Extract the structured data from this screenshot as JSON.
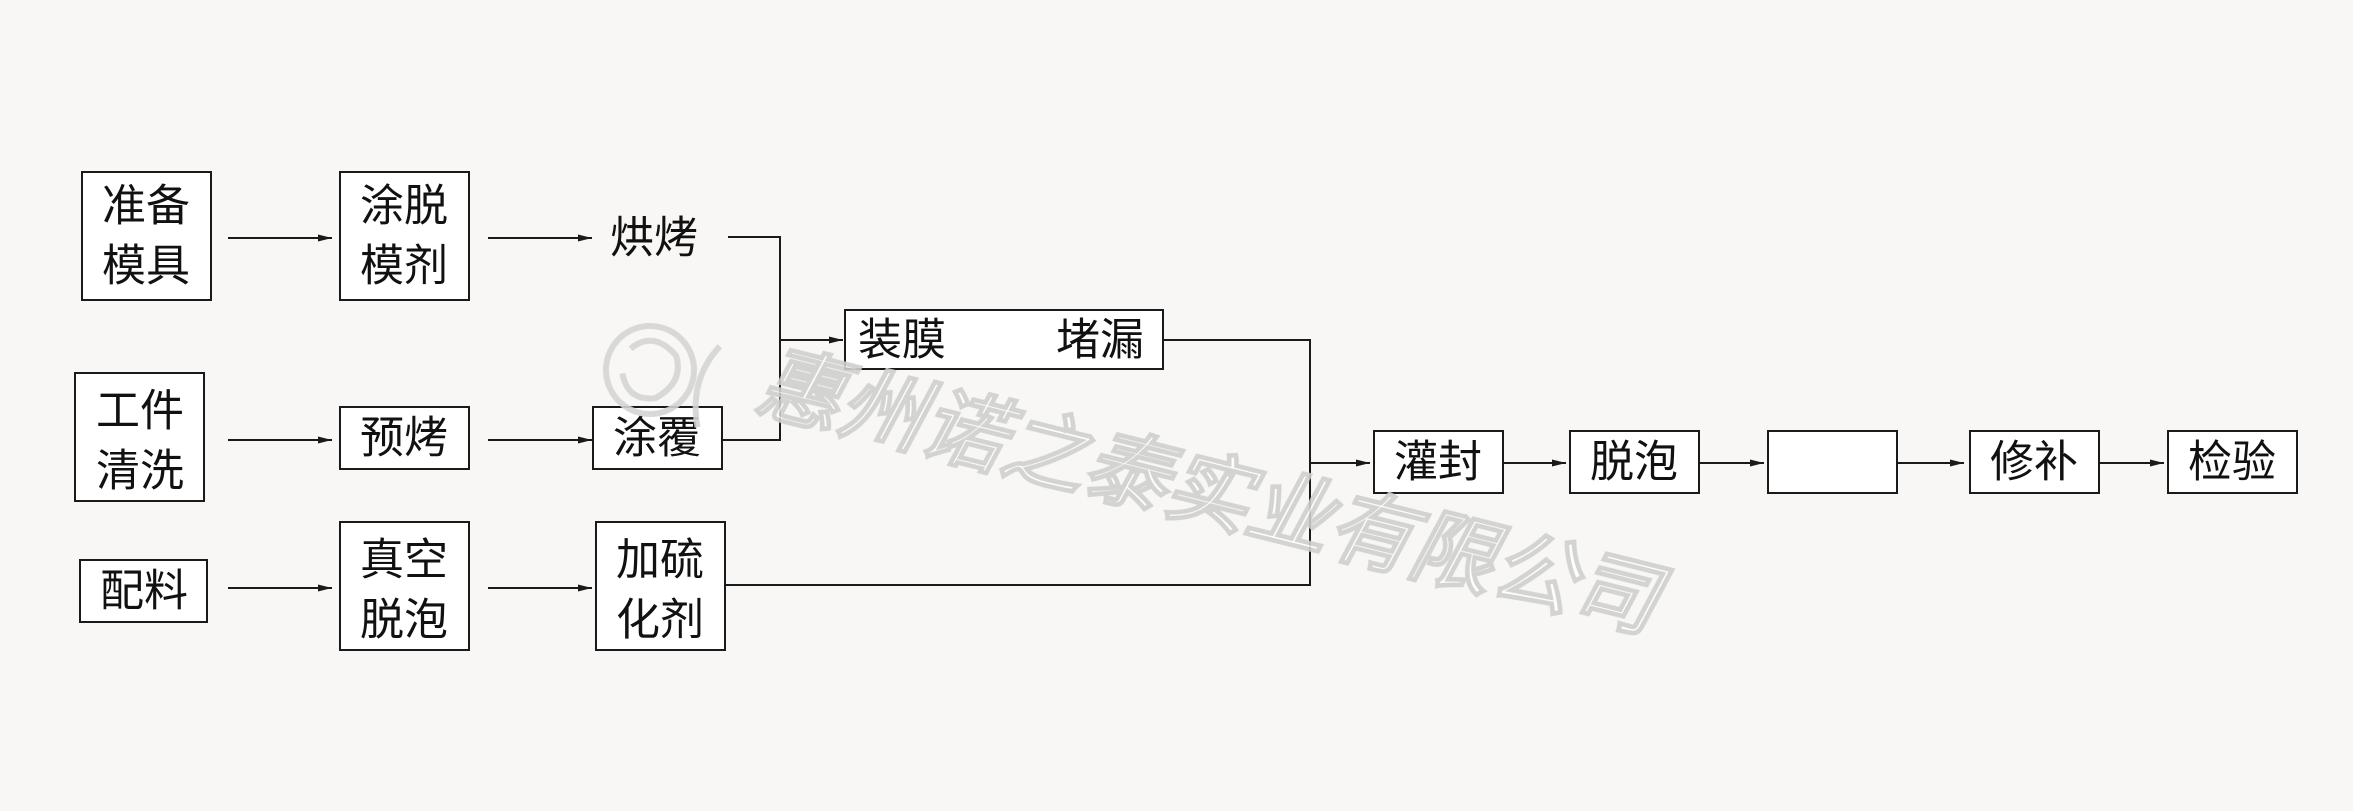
{
  "diagram": {
    "nodes": {
      "prep_mold": {
        "lines": [
          "准备",
          "模具"
        ]
      },
      "coat_release": {
        "lines": [
          "涂脱",
          "模剂"
        ]
      },
      "bake1": {
        "lines": [
          "烘烤"
        ]
      },
      "clean": {
        "lines": [
          "工件",
          "清洗"
        ]
      },
      "prebake": {
        "lines": [
          "预烤"
        ]
      },
      "coat_cover": {
        "lines": [
          "涂覆"
        ]
      },
      "mix": {
        "lines": [
          "配料"
        ]
      },
      "vacuum": {
        "lines": [
          "真空",
          "脱泡"
        ]
      },
      "curing": {
        "lines": [
          "加硫",
          "化剂"
        ]
      },
      "assemble_left": {
        "lines": [
          "装膜"
        ]
      },
      "assemble_right": {
        "lines": [
          "堵漏"
        ]
      },
      "pour": {
        "lines": [
          "灌封"
        ]
      },
      "defoam": {
        "lines": [
          "脱泡"
        ]
      },
      "blank": {
        "lines": []
      },
      "repair": {
        "lines": [
          "修补"
        ]
      },
      "inspect": {
        "lines": [
          "检验"
        ]
      }
    },
    "flow": [
      [
        "prep_mold",
        "coat_release"
      ],
      [
        "coat_release",
        "bake1"
      ],
      [
        "bake1",
        "assemble"
      ],
      [
        "clean",
        "prebake"
      ],
      [
        "prebake",
        "coat_cover"
      ],
      [
        "coat_cover",
        "assemble"
      ],
      [
        "mix",
        "vacuum"
      ],
      [
        "vacuum",
        "curing"
      ],
      [
        "assemble",
        "pour"
      ],
      [
        "curing",
        "pour"
      ],
      [
        "pour",
        "defoam"
      ],
      [
        "defoam",
        "blank"
      ],
      [
        "blank",
        "repair"
      ],
      [
        "repair",
        "inspect"
      ]
    ]
  },
  "watermark": {
    "company": "惠州诺之泰实业有限公司"
  }
}
